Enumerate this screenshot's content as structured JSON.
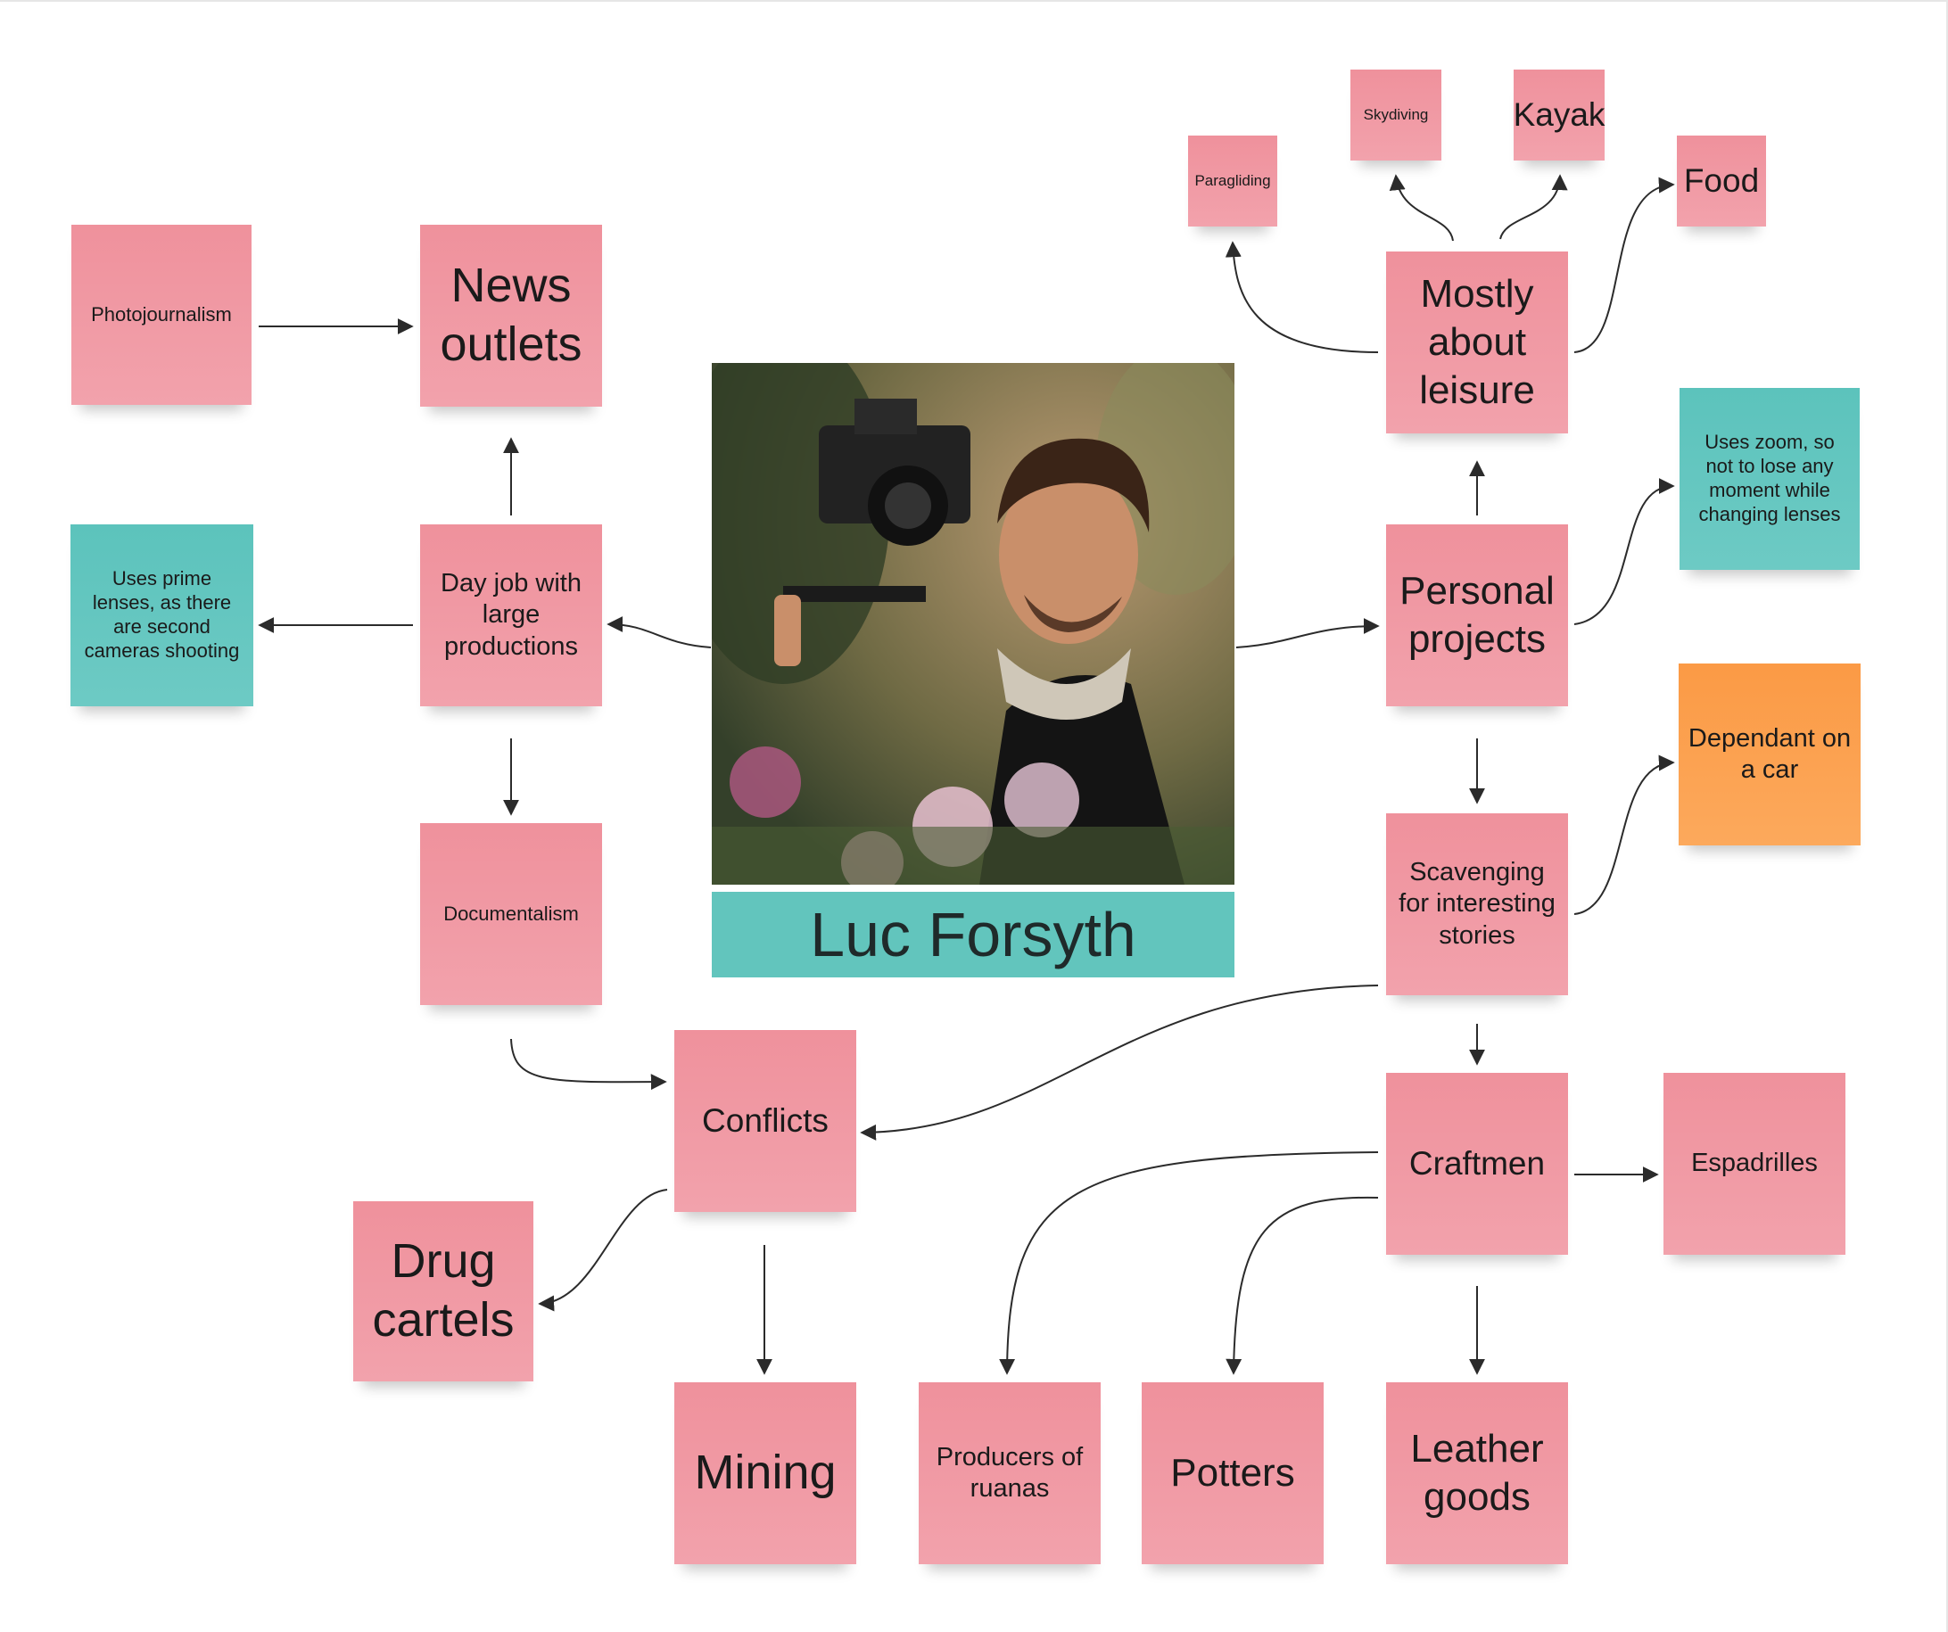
{
  "person": {
    "name": "Luc Forsyth"
  },
  "notes": {
    "photojournalism": "Photojournalism",
    "news_outlets": "News outlets",
    "day_job": "Day job with large productions",
    "prime_lenses": "Uses prime lenses, as there are second cameras shooting",
    "documentalism": "Documentalism",
    "conflicts": "Conflicts",
    "drug_cartels": "Drug cartels",
    "mining": "Mining",
    "paragliding": "Paragliding",
    "skydiving": "Skydiving",
    "kayak": "Kayak",
    "food": "Food",
    "leisure": "Mostly about leisure",
    "personal_projects": "Personal projects",
    "zoom": "Uses zoom, so not to lose any moment while changing lenses",
    "dependant_car": "Dependant on a car",
    "scavenging": "Scavenging for interesting stories",
    "craftmen": "Craftmen",
    "espadrilles": "Espadrilles",
    "ruanas": "Producers of ruanas",
    "potters": "Potters",
    "leather": "Leather goods"
  },
  "colors": {
    "pink": "#ef919c",
    "teal": "#5cc3bc",
    "orange": "#fb9a45",
    "arrow": "#2b2b2b"
  }
}
